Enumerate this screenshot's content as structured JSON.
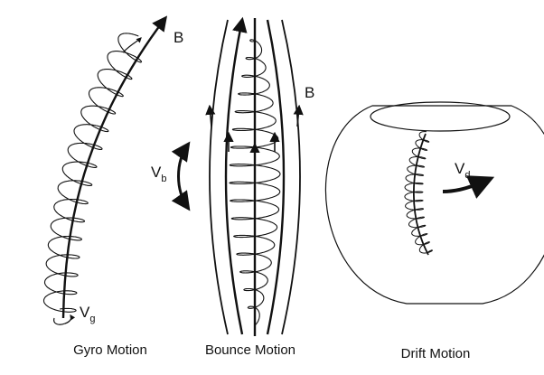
{
  "panels": {
    "gyro": {
      "caption": "Gyro Motion",
      "field_label": "B",
      "velocity_symbol": "V",
      "velocity_subscript": "g"
    },
    "bounce": {
      "caption": "Bounce Motion",
      "field_label": "B",
      "velocity_symbol": "V",
      "velocity_subscript": "b"
    },
    "drift": {
      "caption": "Drift Motion",
      "velocity_symbol": "V",
      "velocity_subscript": "d"
    }
  },
  "colors": {
    "ink": "#111111",
    "background": "#ffffff"
  }
}
